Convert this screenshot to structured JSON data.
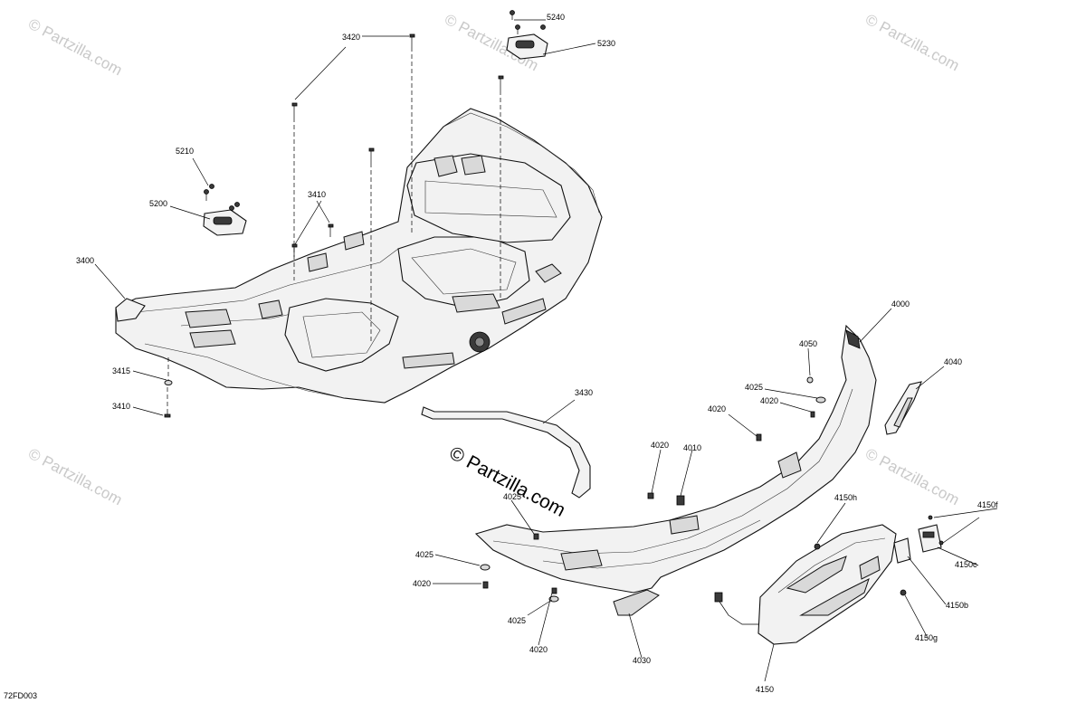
{
  "diagram_code": "72FD003",
  "watermark_text": "© Partzilla.com",
  "part_labels": [
    {
      "id": "l5240",
      "text": "5240"
    },
    {
      "id": "l5230",
      "text": "5230"
    },
    {
      "id": "l3420",
      "text": "3420"
    },
    {
      "id": "l5210",
      "text": "5210"
    },
    {
      "id": "l5200",
      "text": "5200"
    },
    {
      "id": "l3410a",
      "text": "3410"
    },
    {
      "id": "l3400",
      "text": "3400"
    },
    {
      "id": "l3415",
      "text": "3415"
    },
    {
      "id": "l3410b",
      "text": "3410"
    },
    {
      "id": "l3430",
      "text": "3430"
    },
    {
      "id": "l4000",
      "text": "4000"
    },
    {
      "id": "l4050",
      "text": "4050"
    },
    {
      "id": "l4040",
      "text": "4040"
    },
    {
      "id": "l4025a",
      "text": "4025"
    },
    {
      "id": "l4020a",
      "text": "4020"
    },
    {
      "id": "l4020b",
      "text": "4020"
    },
    {
      "id": "l4020c",
      "text": "4020"
    },
    {
      "id": "l4010",
      "text": "4010"
    },
    {
      "id": "l4150h",
      "text": "4150h"
    },
    {
      "id": "l4150f",
      "text": "4150f"
    },
    {
      "id": "l4150c",
      "text": "4150c"
    },
    {
      "id": "l4150b",
      "text": "4150b"
    },
    {
      "id": "l4150g",
      "text": "4150g"
    },
    {
      "id": "l4150",
      "text": "4150"
    },
    {
      "id": "l4025b",
      "text": "4025"
    },
    {
      "id": "l4020d",
      "text": "4020"
    },
    {
      "id": "l4025c",
      "text": "4025"
    },
    {
      "id": "l4020e",
      "text": "4020"
    },
    {
      "id": "l4030",
      "text": "4030"
    },
    {
      "id": "l4025d",
      "text": "4025"
    }
  ],
  "colors": {
    "line": "#000000",
    "part_fill": "#f2f2f2",
    "watermark": "#c9c9c9"
  }
}
